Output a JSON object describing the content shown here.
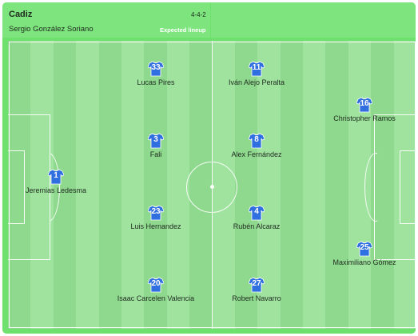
{
  "team": {
    "name": "Cadiz",
    "coach": "Sergio González Soriano",
    "formation": "4-4-2",
    "lineup_status": "Expected lineup"
  },
  "colors": {
    "pitch_dark": "#8fd98f",
    "pitch_light": "#9fe39f",
    "header": "#7ee57e",
    "frame": "#6ee06e",
    "shirt": "#2f6fe0"
  },
  "players": [
    {
      "number": "1",
      "name": "Jeremias Ledesma",
      "position": "GK"
    },
    {
      "number": "33",
      "name": "Lucas Pires",
      "position": "LB"
    },
    {
      "number": "3",
      "name": "Fali",
      "position": "CB"
    },
    {
      "number": "23",
      "name": "Luis Hernandez",
      "position": "CB"
    },
    {
      "number": "20",
      "name": "Isaac Carcelen Valencia",
      "position": "RB"
    },
    {
      "number": "11",
      "name": "Iván Alejo Peralta",
      "position": "LM"
    },
    {
      "number": "8",
      "name": "Alex Fernández",
      "position": "CM"
    },
    {
      "number": "4",
      "name": "Rubén Alcaraz",
      "position": "CM"
    },
    {
      "number": "27",
      "name": "Robert Navarro",
      "position": "RM"
    },
    {
      "number": "16",
      "name": "Christopher Ramos",
      "position": "ST"
    },
    {
      "number": "25",
      "name": "Maximiliano Gómez",
      "position": "ST"
    }
  ]
}
